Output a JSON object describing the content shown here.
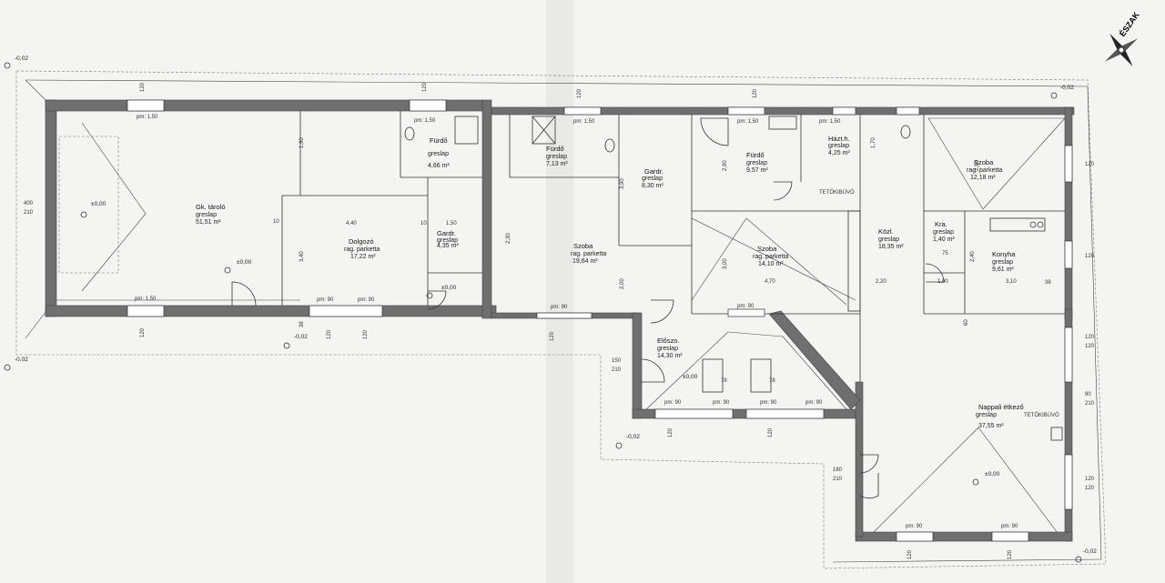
{
  "north": "ÉSZAK",
  "levels": {
    "m002": "-0,02",
    "p000": "±0,00"
  },
  "misc": {
    "tetokibuvo": "TETŐKIBÚVÓ",
    "pm150": "pm: 1,50",
    "pm90": "pm: 90"
  },
  "rooms": [
    {
      "name": "Gk. tároló",
      "floor": "greslap",
      "area": "51,51 m²"
    },
    {
      "name": "Fürdő",
      "floor": "greslap",
      "area": "4,66 m²"
    },
    {
      "name": "Dolgozó",
      "floor": "rag. parketta",
      "area": "17,22 m²"
    },
    {
      "name": "Gardr.",
      "floor": "greslap",
      "area": "4,35 m²"
    },
    {
      "name": "Fürdő",
      "floor": "greslap",
      "area": "7,13 m²"
    },
    {
      "name": "Gardr.",
      "floor": "greslap",
      "area": "8,30 m²"
    },
    {
      "name": "Szoba",
      "floor": "rag. parketta",
      "area": "19,64 m²"
    },
    {
      "name": "Fürdő",
      "floor": "greslap",
      "area": "9,57 m²"
    },
    {
      "name": "Házt.h.",
      "floor": "greslap",
      "area": "4,25 m²"
    },
    {
      "name": "Szoba",
      "floor": "rag. parketta",
      "area": "12,18 m²"
    },
    {
      "name": "Szoba",
      "floor": "rag. parketta",
      "area": "14,10 m²"
    },
    {
      "name": "Közl.",
      "floor": "greslap",
      "area": "18,35 m²"
    },
    {
      "name": "Kra.",
      "floor": "greslap",
      "area": "1,40 m²"
    },
    {
      "name": "Konyha",
      "floor": "greslap",
      "area": "9,61 m²"
    },
    {
      "name": "Előszo.",
      "floor": "greslap",
      "area": "14,30 m²"
    },
    {
      "name": "Nappali étkező",
      "floor": "greslap",
      "area": "37,55 m²"
    }
  ],
  "dims": {
    "d440": "4,40",
    "d150": "1,50",
    "d470": "4,70",
    "d220": "2,20",
    "d100": "1,00",
    "d310": "3,10",
    "d190": "1,90",
    "d340": "3,40",
    "d290": "2,90",
    "d300": "3,00",
    "d230": "2,30",
    "d200": "2,00",
    "d390": "3,90",
    "d240": "2,40",
    "d170": "1,70",
    "d120": "120",
    "d90": "90",
    "d210": "210",
    "d400": "400",
    "d60": "60",
    "d38": "38",
    "d10": "10",
    "d180": "180",
    "d150b": "150",
    "d78": "78",
    "d75": "75"
  }
}
